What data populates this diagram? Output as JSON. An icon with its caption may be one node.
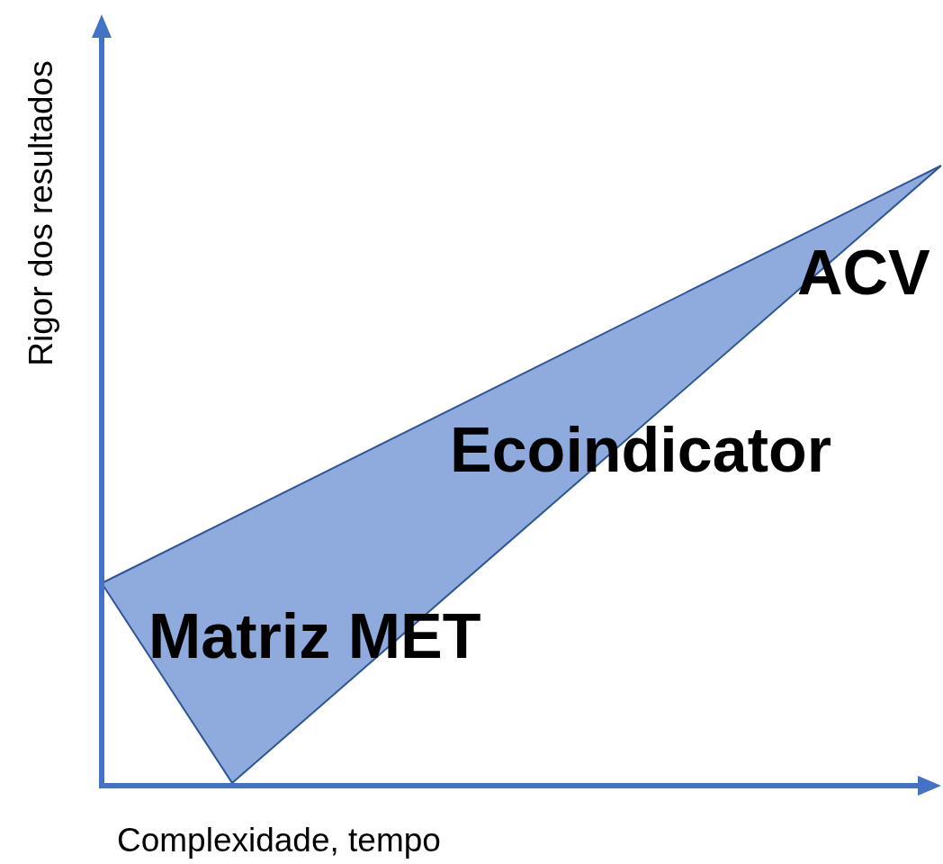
{
  "diagram": {
    "labels": [
      "Rigor dos resultados",
      "ACV",
      "Ecoindicator",
      "Matriz MET",
      "Complexidade, tempo"
    ]
  }
}
